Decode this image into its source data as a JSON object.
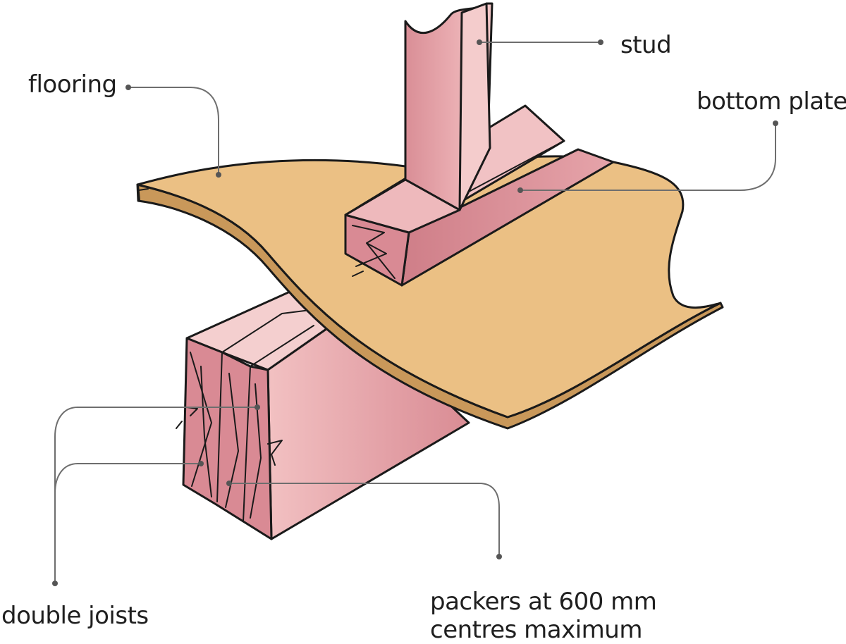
{
  "labels": {
    "stud": "stud",
    "bottom_plate": "bottom plate",
    "flooring": "flooring",
    "double_joists": "double joists",
    "packers_line1": "packers at 600 mm",
    "packers_line2": "centres maximum"
  },
  "colors": {
    "timber_pink": "#e8a7ad",
    "timber_light": "#f3c6c6",
    "timber_dark": "#cf7f88",
    "flooring_face": "#ebc084",
    "flooring_edge": "#c9985a",
    "outline": "#1a1a1a",
    "leader": "#6e6e6e"
  }
}
